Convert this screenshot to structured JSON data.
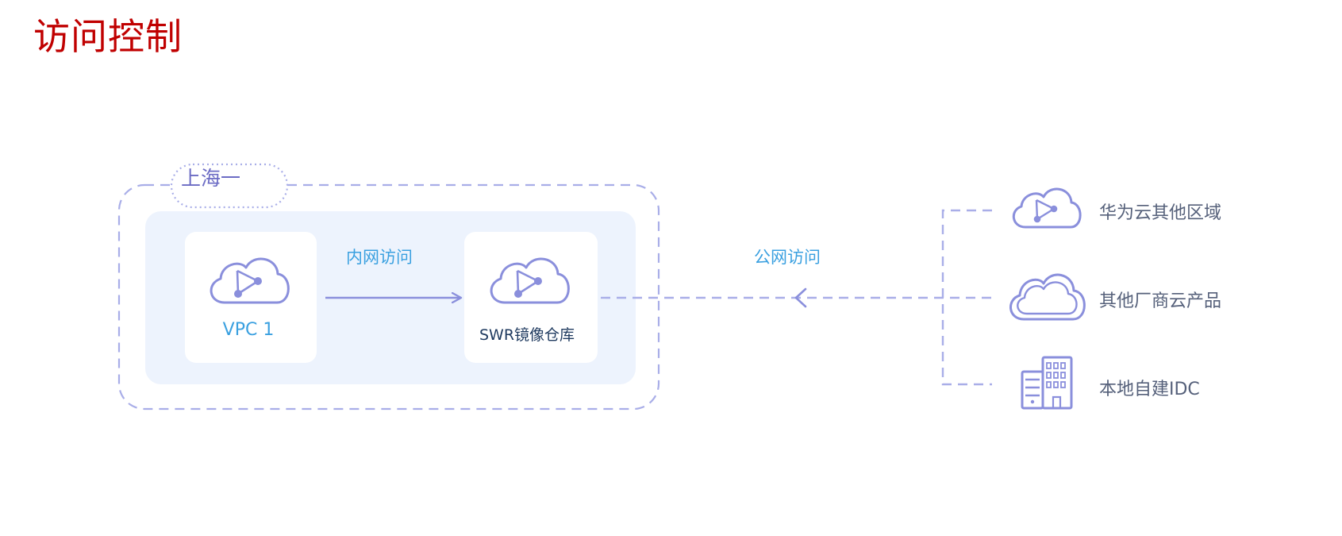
{
  "page": {
    "title": "访问控制"
  },
  "diagram": {
    "region_label": "上海一",
    "inner_access_label": "内网访问",
    "public_access_label": "公网访问",
    "nodes": {
      "vpc": {
        "label": "VPC 1",
        "icon": "cloud-network-icon"
      },
      "swr": {
        "label": "SWR镜像仓库",
        "icon": "cloud-network-icon"
      }
    },
    "external_sources": [
      {
        "label": "华为云其他区域",
        "icon": "cloud-network-icon"
      },
      {
        "label": "其他厂商云产品",
        "icon": "cloud-icon"
      },
      {
        "label": "本地自建IDC",
        "icon": "building-icon"
      }
    ],
    "colors": {
      "title": "#c00000",
      "region_border": "#a9aee8",
      "region_fill": "#edf3fd",
      "icon_stroke": "#8a8fdc",
      "flow_label": "#3aa0e0"
    }
  }
}
